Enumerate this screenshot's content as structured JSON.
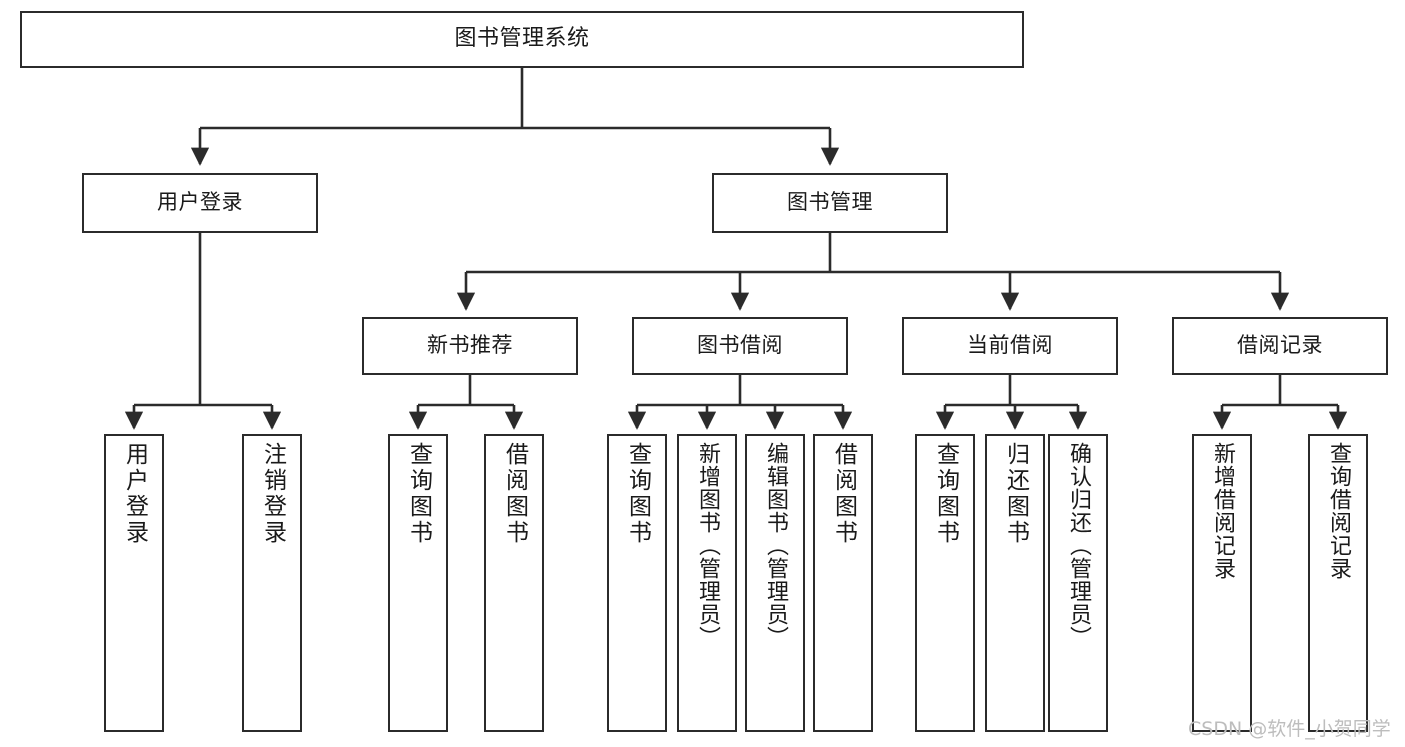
{
  "diagram": {
    "type": "tree",
    "title": "图书管理系统",
    "watermark": "CSDN @软件_小贺同学",
    "colors": {
      "stroke": "#2b2b2b",
      "fill": "#ffffff",
      "text": "#1a1a1a",
      "watermark": "#bdbdbd"
    },
    "nodes": {
      "root": {
        "label": "图书管理系统"
      },
      "level2": [
        {
          "label": "用户登录"
        },
        {
          "label": "图书管理"
        }
      ],
      "level3": [
        {
          "label": "新书推荐"
        },
        {
          "label": "图书借阅"
        },
        {
          "label": "当前借阅"
        },
        {
          "label": "借阅记录"
        }
      ],
      "leaves_user_login": [
        {
          "label": "用户登录"
        },
        {
          "label": "注销登录"
        }
      ],
      "leaves_new_book": [
        {
          "label": "查询图书"
        },
        {
          "label": "借阅图书"
        }
      ],
      "leaves_borrow": [
        {
          "label": "查询图书"
        },
        {
          "label": "新增图书（管理员）"
        },
        {
          "label": "编辑图书（管理员）"
        },
        {
          "label": "借阅图书"
        }
      ],
      "leaves_current": [
        {
          "label": "查询图书"
        },
        {
          "label": "归还图书"
        },
        {
          "label": "确认归还（管理员）"
        }
      ],
      "leaves_records": [
        {
          "label": "新增借阅记录"
        },
        {
          "label": "查询借阅记录"
        }
      ]
    }
  }
}
